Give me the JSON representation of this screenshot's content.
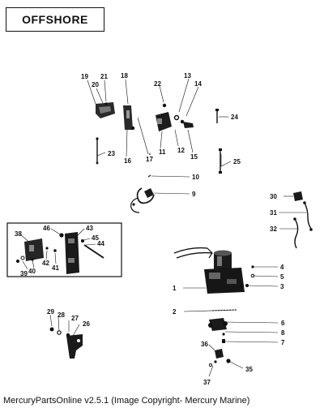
{
  "header": {
    "label": "OFFSHORE"
  },
  "footer": {
    "caption": "MercuryPartsOnline v2.5.1 (Image Copyright- Mercury Marine)"
  },
  "callouts": {
    "c1": "1",
    "c2": "2",
    "c3": "3",
    "c4": "4",
    "c5": "5",
    "c6": "6",
    "c7": "7",
    "c8": "8",
    "c9": "9",
    "c10": "10",
    "c11": "11",
    "c12": "12",
    "c13": "13",
    "c14": "14",
    "c15": "15",
    "c16": "16",
    "c17": "17",
    "c18": "18",
    "c19": "19",
    "c20": "20",
    "c21": "21",
    "c22": "22",
    "c23": "23",
    "c24": "24",
    "c25": "25",
    "c26": "26",
    "c27": "27",
    "c28": "28",
    "c29": "29",
    "c30": "30",
    "c31": "31",
    "c32": "32",
    "c35": "35",
    "c36": "36",
    "c37": "37",
    "c38": "38",
    "c39": "39",
    "c40": "40",
    "c41": "41",
    "c42": "42",
    "c43": "43",
    "c44": "44",
    "c45": "45",
    "c46": "46"
  }
}
